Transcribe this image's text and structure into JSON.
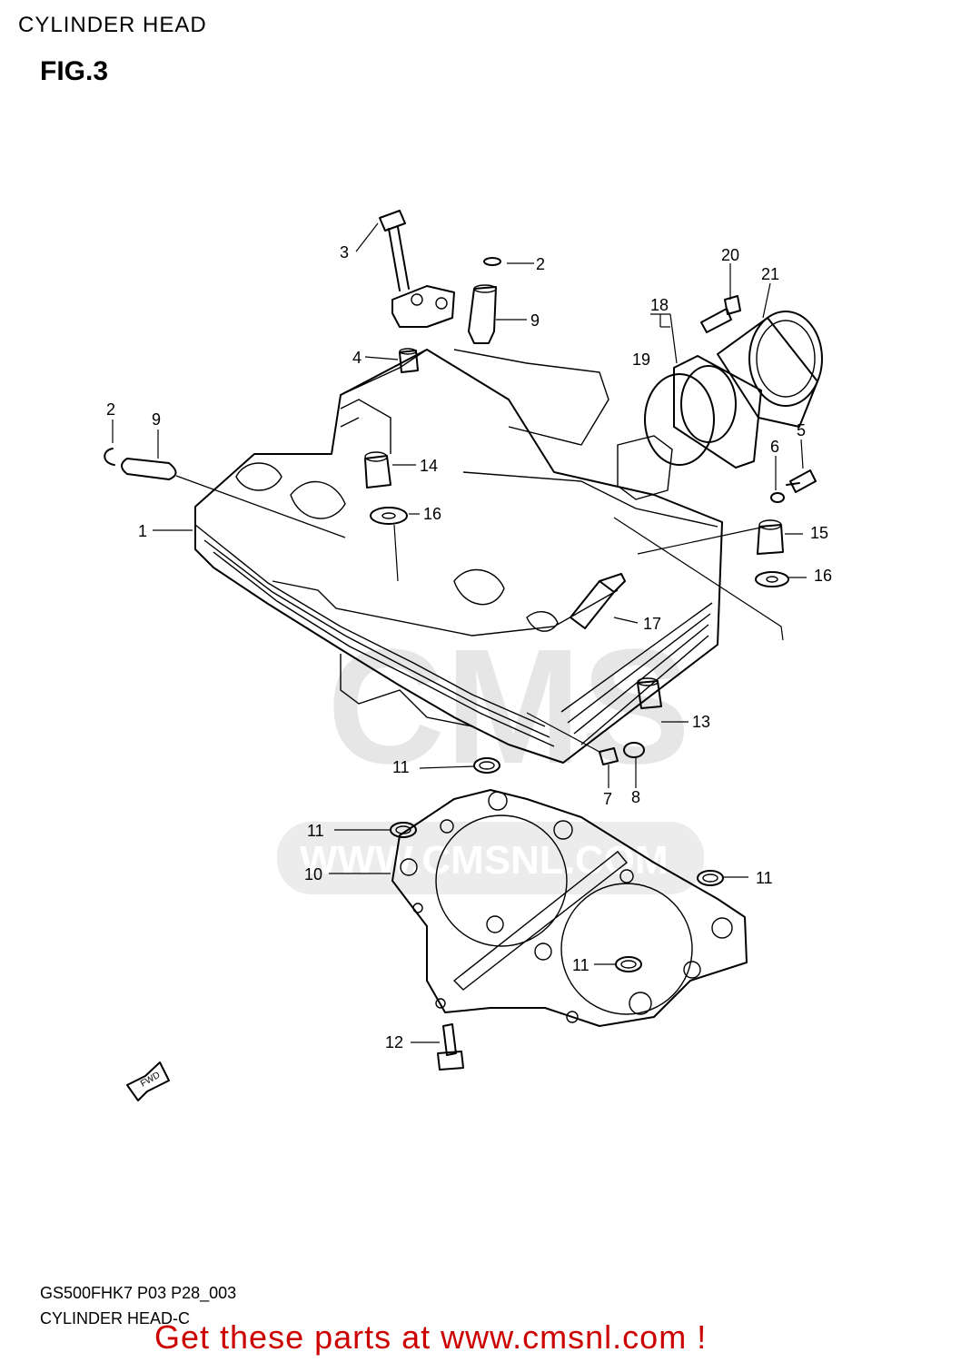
{
  "header": {
    "title": "CYLINDER HEAD",
    "figure": "FIG.3"
  },
  "watermark": {
    "brand": "CMS",
    "site": "WWW.CMSNL.COM"
  },
  "diagram": {
    "fwd_arrow_label": "FWD",
    "callouts": {
      "c1": "1",
      "c2a": "2",
      "c2b": "2",
      "c3": "3",
      "c4": "4",
      "c5": "5",
      "c6": "6",
      "c7": "7",
      "c8": "8",
      "c9a": "9",
      "c9b": "9",
      "c10": "10",
      "c11a": "11",
      "c11b": "11",
      "c11c": "11",
      "c11d": "11",
      "c12": "12",
      "c13": "13",
      "c14": "14",
      "c15": "15",
      "c16a": "16",
      "c16b": "16",
      "c17": "17",
      "c18": "18",
      "c19": "19",
      "c20": "20",
      "c21": "21"
    }
  },
  "footer": {
    "code": "GS500FHK7 P03 P28_003",
    "subtitle": "CYLINDER HEAD-C",
    "promo": "Get these parts at www.cmsnl.com !"
  }
}
